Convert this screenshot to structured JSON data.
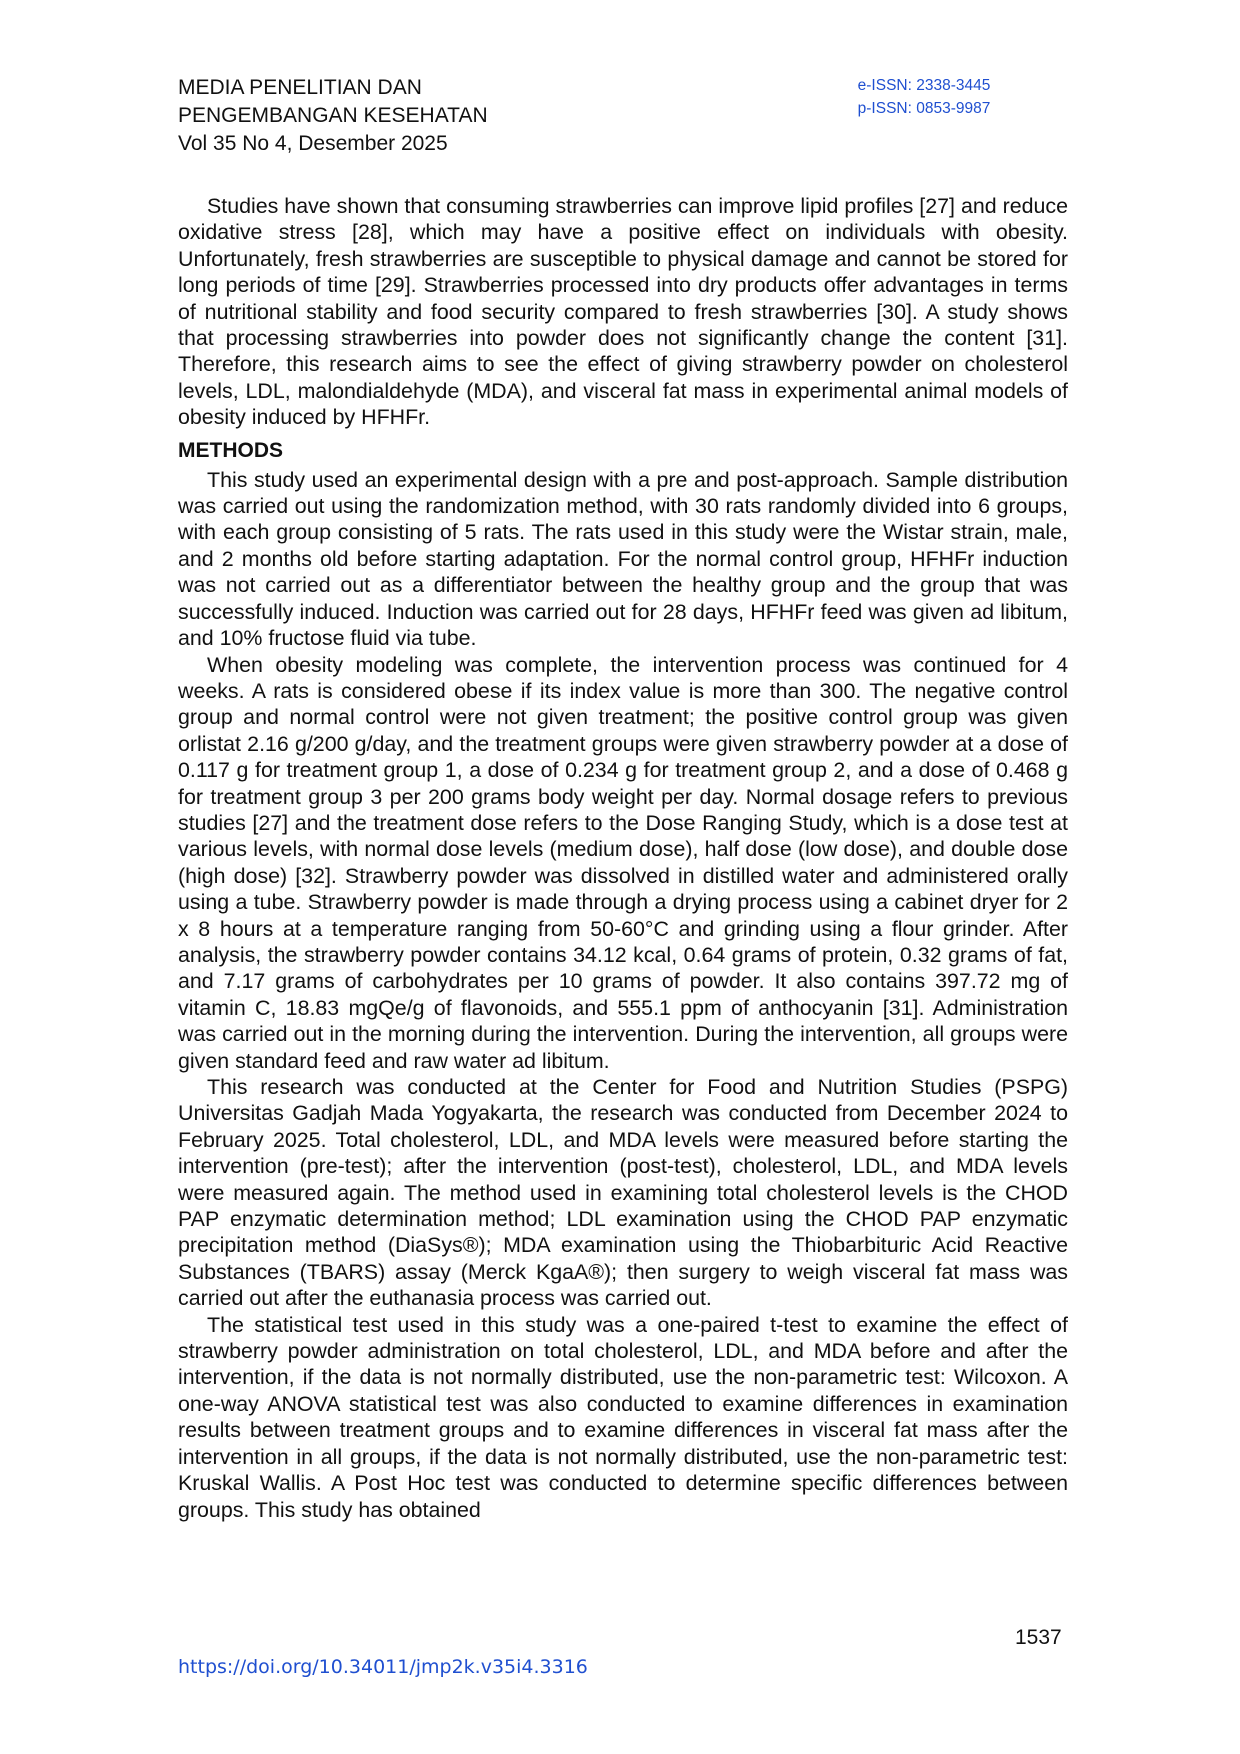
{
  "header": {
    "journal_line1": "MEDIA PENELITIAN DAN",
    "journal_line2": "PENGEMBANGAN KESEHATAN",
    "volume": "Vol 35 No 4, Desember 2025",
    "e_issn": "e-ISSN: 2338-3445",
    "p_issn": "p-ISSN: 0853-9987"
  },
  "body": {
    "intro_paragraph": "Studies have shown that consuming strawberries can improve lipid profiles [27] and reduce oxidative stress [28], which may have a positive effect on individuals with obesity. Unfortunately, fresh strawberries are susceptible to physical damage and cannot be stored for long periods of time [29]. Strawberries processed into dry products offer advantages in terms of nutritional stability and food security compared to fresh strawberries [30]. A study shows that processing strawberries into powder does not significantly change the content [31]. Therefore, this research aims to see the effect of giving strawberry powder on cholesterol levels, LDL, malondialdehyde (MDA), and visceral fat mass in experimental animal models of obesity induced by HFHFr.",
    "methods_heading": "METHODS",
    "methods_paragraphs": [
      "This study used an experimental design with a pre and post-approach. Sample distribution was carried out using the randomization method, with 30 rats randomly divided into 6 groups, with each group consisting of 5 rats. The rats used in this study were the Wistar strain, male, and 2 months old before starting adaptation. For the normal control group, HFHFr induction was not carried out as a differentiator between the healthy group and the group that was successfully induced. Induction was carried out for 28 days, HFHFr feed was given ad libitum, and 10% fructose fluid via tube.",
      "When obesity modeling was complete, the intervention process was continued for 4 weeks. A rats is considered obese if its index value is more than 300. The negative control group and normal control were not given treatment; the positive control group was given orlistat 2.16 g/200 g/day, and the treatment groups were given strawberry powder at a dose of 0.117 g for treatment group 1, a dose of 0.234 g for treatment group 2, and a dose of 0.468 g for treatment group 3 per 200 grams body weight per day. Normal dosage refers to previous studies [27] and the treatment dose refers to the Dose Ranging Study, which is a dose test at various levels, with normal dose levels (medium dose), half dose (low dose), and double dose (high dose) [32]. Strawberry powder was dissolved in distilled water and administered orally using a tube. Strawberry powder is made through a drying process using a cabinet dryer for 2 x 8 hours at a temperature ranging from 50-60°C and grinding using a flour grinder. After analysis, the strawberry powder contains 34.12 kcal, 0.64 grams of protein, 0.32 grams of fat, and 7.17 grams of carbohydrates per 10 grams of powder. It also contains 397.72 mg of vitamin C, 18.83 mgQe/g of flavonoids, and 555.1 ppm of anthocyanin [31]. Administration was carried out in the morning during the intervention. During the intervention, all groups were given standard feed and raw water ad libitum.",
      "This research was conducted at the Center for Food and Nutrition Studies (PSPG) Universitas Gadjah Mada Yogyakarta, the research was conducted from December 2024 to February 2025. Total cholesterol, LDL, and MDA levels were measured before starting the intervention (pre-test); after the intervention (post-test), cholesterol, LDL, and MDA levels were measured again. The method used in examining total cholesterol levels is the CHOD PAP enzymatic determination method; LDL examination using the CHOD PAP enzymatic precipitation method (DiaSys®); MDA examination using the Thiobarbituric Acid Reactive Substances (TBARS) assay (Merck KgaA®); then surgery to weigh visceral fat mass was carried out after the euthanasia process was carried out.",
      "The statistical test used in this study was a one-paired t-test to examine the effect of strawberry powder administration on total cholesterol, LDL, and MDA before and after the intervention, if the data is not normally distributed, use the non-parametric test: Wilcoxon. A one-way ANOVA statistical test was also conducted to examine differences in examination results between treatment groups and to examine differences in visceral fat mass after the intervention in all groups, if the data is not normally distributed, use the non-parametric test: Kruskal Wallis. A Post Hoc test was conducted to determine specific differences between groups. This study has obtained"
    ]
  },
  "footer": {
    "page_number": "1537",
    "doi": "https://doi.org/10.34011/jmp2k.v35i4.3316"
  },
  "colors": {
    "link": "#1f4fd0",
    "text": "#111111"
  }
}
